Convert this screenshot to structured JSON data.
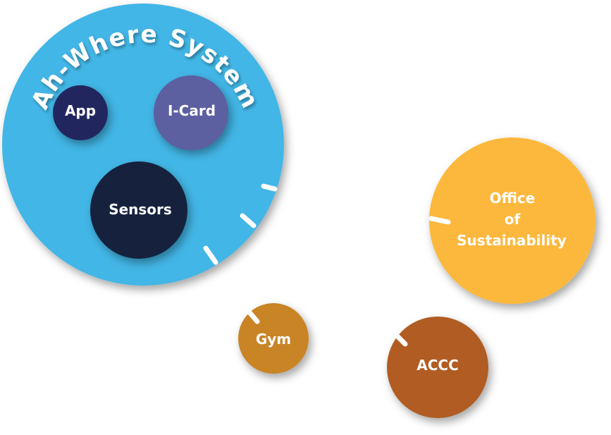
{
  "diagram": {
    "system_title": "Ah-Where System",
    "nodes": {
      "app": "App",
      "icard": "I-Card",
      "sensors": "Sensors",
      "office_line1": "Office",
      "office_line2": "of",
      "office_line3": "Sustainability",
      "gym": "Gym",
      "accc": "ACCC"
    }
  },
  "colors": {
    "system": "#42b6e6",
    "app": "#23285f",
    "icard": "#5b5fa0",
    "sensors": "#12213e",
    "office": "#fcb83d",
    "gym": "#c98427",
    "accc": "#b05c23"
  }
}
